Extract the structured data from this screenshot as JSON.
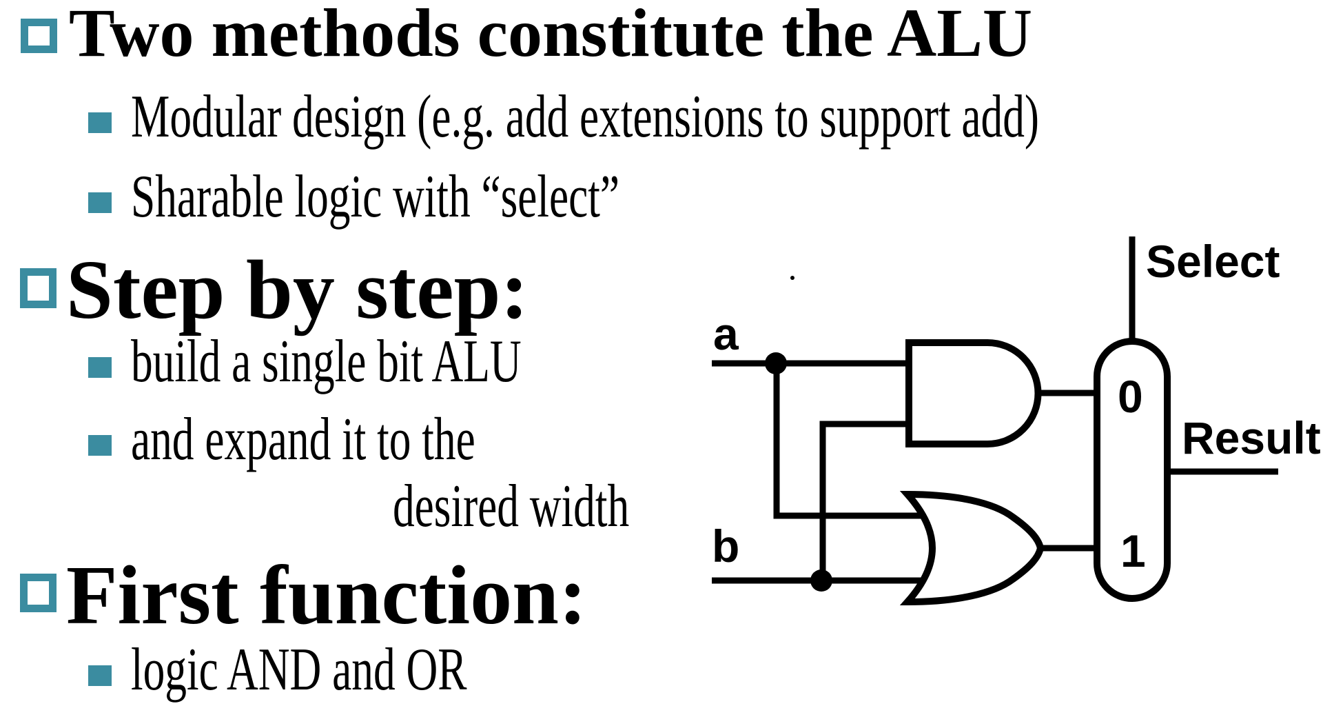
{
  "slide": {
    "title": "Two methods constitute the ALU",
    "bullets": {
      "modular": "Modular design (e.g. add extensions to support add)",
      "sharable": "Sharable logic with “select”",
      "step_heading": "Step by step:",
      "build": "build a single bit ALU",
      "expand": "and expand it to the",
      "expand_cont": "desired width",
      "first_heading": "First function:",
      "logic": "logic AND and OR"
    },
    "colors": {
      "accent_teal": "#3b8ca0",
      "text": "#000000",
      "background": "#ffffff"
    }
  },
  "diagram": {
    "labels": {
      "input_a": "a",
      "input_b": "b",
      "select": "Select",
      "mux_port_0": "0",
      "mux_port_1": "1",
      "result": "Result"
    }
  }
}
